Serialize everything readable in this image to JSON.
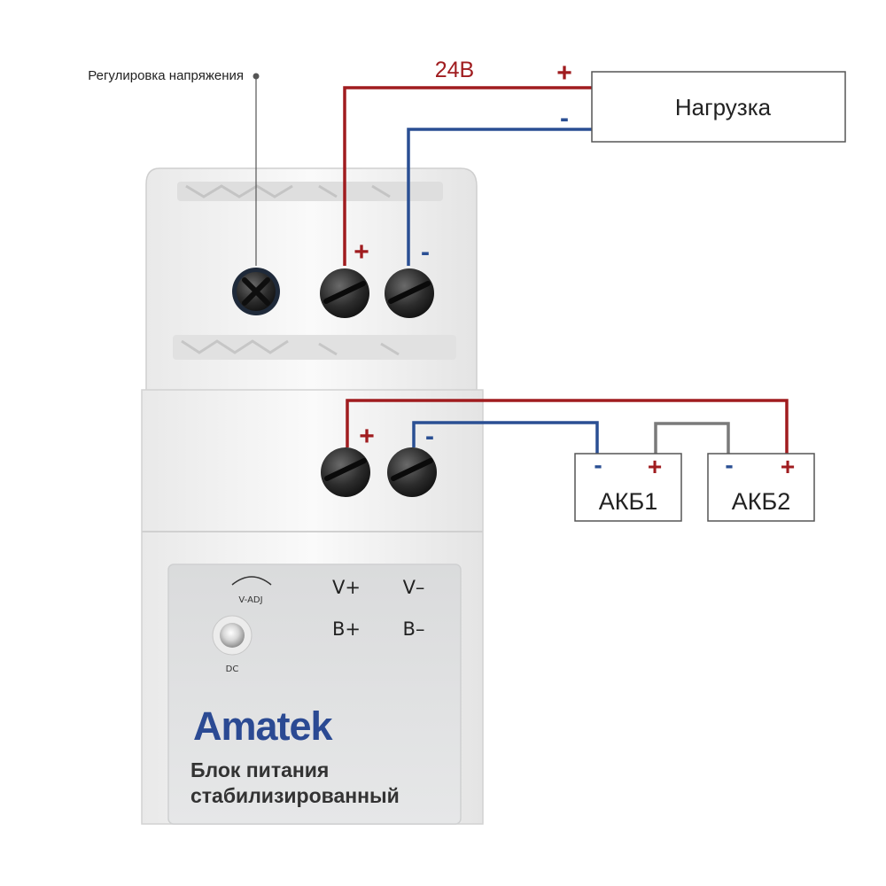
{
  "annotations": {
    "voltage_adjust": "Регулировка напряжения",
    "voltage": "24В"
  },
  "load": {
    "label": "Нагрузка",
    "plus": "+",
    "minus": "-"
  },
  "output_terminals": {
    "plus": "+",
    "minus": "-"
  },
  "battery_terminals": {
    "plus": "+",
    "minus": "-"
  },
  "batteries": [
    {
      "label": "АКБ1",
      "minus": "-",
      "plus": "+"
    },
    {
      "label": "АКБ2",
      "minus": "-",
      "plus": "+"
    }
  ],
  "device_panel": {
    "v_adj": "V-ADJ",
    "dc": "DC",
    "v_plus": "V+",
    "v_minus": "V–",
    "b_plus": "B+",
    "b_minus": "B–",
    "brand": "Amatek",
    "product_line1": "Блок питания",
    "product_line2": "стабилизированный"
  },
  "colors": {
    "positive_wire": "#a01c1f",
    "negative_wire": "#2a4f93",
    "jumper_wire": "#7a7a7a",
    "brand": "#2b4a93"
  }
}
